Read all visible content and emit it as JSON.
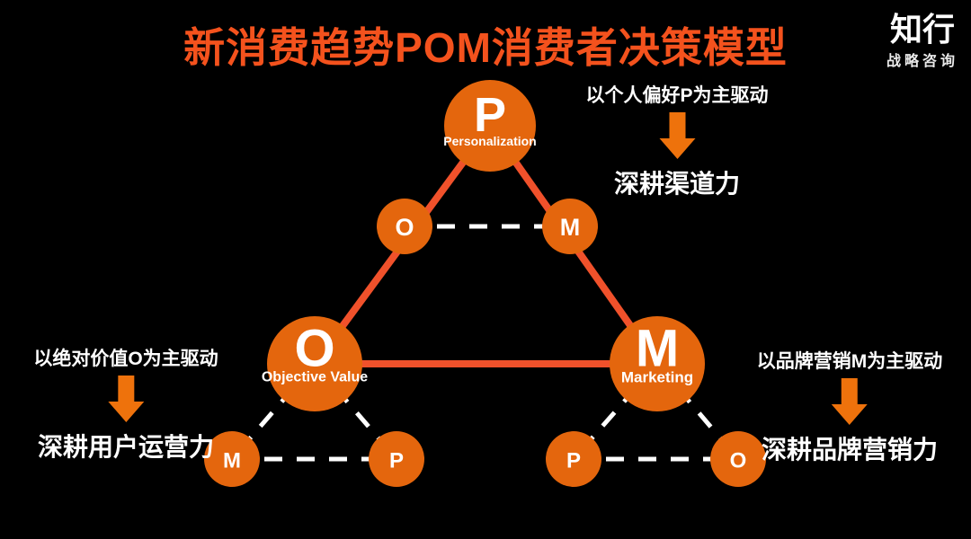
{
  "header": {
    "title": "新消费趋势POM消费者决策模型",
    "logo": {
      "name": "知行",
      "subtitle": "战略咨询"
    }
  },
  "diagram": {
    "nodes": {
      "p_main": {
        "letter": "P",
        "label": "Personalization"
      },
      "o_main": {
        "letter": "O",
        "label": "Objective Value"
      },
      "m_main": {
        "letter": "M",
        "label": "Marketing"
      },
      "o_mid": {
        "letter": "O"
      },
      "m_mid": {
        "letter": "M"
      },
      "m_sub_left": {
        "letter": "M"
      },
      "p_sub_left": {
        "letter": "P"
      },
      "p_sub_right": {
        "letter": "P"
      },
      "o_sub_right": {
        "letter": "O"
      }
    }
  },
  "annotations": {
    "top": {
      "driver": "以个人偏好P为主驱动",
      "result": "深耕渠道力"
    },
    "left": {
      "driver": "以绝对价值O为主驱动",
      "result": "深耕用户运营力"
    },
    "right": {
      "driver": "以品牌营销M为主驱动",
      "result": "深耕品牌营销力"
    }
  },
  "colors": {
    "background": "#000000",
    "title": "#F4521D",
    "circle": "#E4660D",
    "solid_line": "#F0512B",
    "dashed_line": "#FFFFFF",
    "arrow": "#EE720C",
    "text": "#FFFFFF"
  }
}
